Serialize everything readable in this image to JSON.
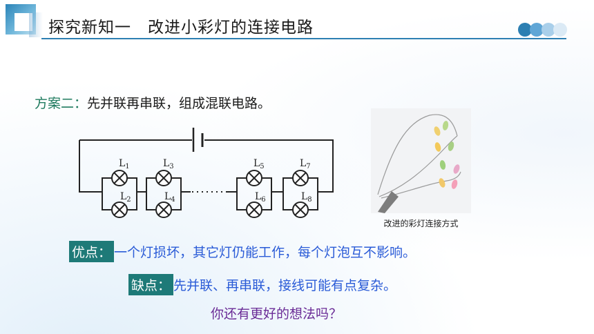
{
  "header": {
    "title": "探究新知一　改进小彩灯的连接电路"
  },
  "colors": {
    "accent": "#2c7fb2",
    "label_bg": "#1e7a78",
    "body_text": "#2a5bd7",
    "question_text": "#6a2b96",
    "scheme_lead": "#1e7a5e"
  },
  "scheme": {
    "lead": "方案二：",
    "text": "先并联再串联，组成混联电路。"
  },
  "circuit": {
    "lamps_top": [
      "L1",
      "L3",
      "L5",
      "L7"
    ],
    "lamps_bottom": [
      "L2",
      "L4",
      "L6",
      "L8"
    ],
    "ellipsis": "……"
  },
  "photo": {
    "caption": "改进的彩灯连接方式"
  },
  "advantages": {
    "label": "优点：",
    "text": "一个灯损坏，其它灯仍能工作，每个灯泡互不影响。"
  },
  "disadvantages": {
    "label": "缺点：",
    "text": "先并联、再串联，接线可能有点复杂。"
  },
  "question": "你还有更好的想法吗？"
}
